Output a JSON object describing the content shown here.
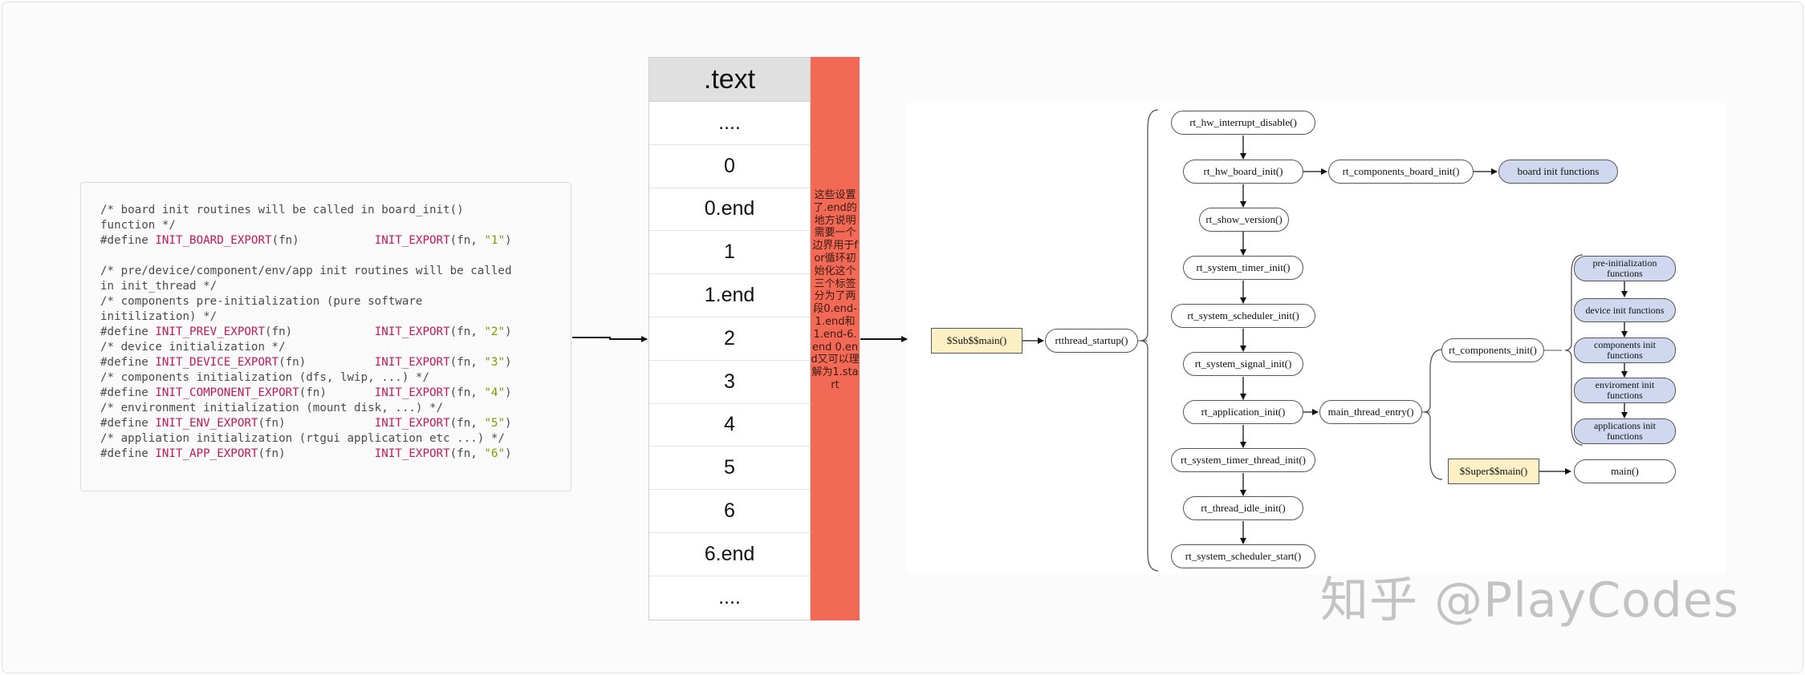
{
  "code": {
    "lines": [
      [
        {
          "t": "/* board init routines will be called in board_init()",
          "c": "cm"
        }
      ],
      [
        {
          "t": "function */",
          "c": "cm"
        }
      ],
      [
        {
          "t": "#define ",
          "c": "cm"
        },
        {
          "t": "INIT_BOARD_EXPORT",
          "c": "mac"
        },
        {
          "t": "(fn)           ",
          "c": "cm"
        },
        {
          "t": "INIT_EXPORT",
          "c": "mac"
        },
        {
          "t": "(fn, ",
          "c": "cm"
        },
        {
          "t": "\"1\"",
          "c": "str"
        },
        {
          "t": ")",
          "c": "cm"
        }
      ],
      [],
      [
        {
          "t": "/* pre/device/component/env/app init routines will be called",
          "c": "cm"
        }
      ],
      [
        {
          "t": "in init_thread */",
          "c": "cm"
        }
      ],
      [
        {
          "t": "/* components pre-initialization (pure software",
          "c": "cm"
        }
      ],
      [
        {
          "t": "initilization) */",
          "c": "cm"
        }
      ],
      [
        {
          "t": "#define ",
          "c": "cm"
        },
        {
          "t": "INIT_PREV_EXPORT",
          "c": "mac"
        },
        {
          "t": "(fn)            ",
          "c": "cm"
        },
        {
          "t": "INIT_EXPORT",
          "c": "mac"
        },
        {
          "t": "(fn, ",
          "c": "cm"
        },
        {
          "t": "\"2\"",
          "c": "str"
        },
        {
          "t": ")",
          "c": "cm"
        }
      ],
      [
        {
          "t": "/* device initialization */",
          "c": "cm"
        }
      ],
      [
        {
          "t": "#define ",
          "c": "cm"
        },
        {
          "t": "INIT_DEVICE_EXPORT",
          "c": "mac"
        },
        {
          "t": "(fn)          ",
          "c": "cm"
        },
        {
          "t": "INIT_EXPORT",
          "c": "mac"
        },
        {
          "t": "(fn, ",
          "c": "cm"
        },
        {
          "t": "\"3\"",
          "c": "str"
        },
        {
          "t": ")",
          "c": "cm"
        }
      ],
      [
        {
          "t": "/* components initialization (dfs, lwip, ...) */",
          "c": "cm"
        }
      ],
      [
        {
          "t": "#define ",
          "c": "cm"
        },
        {
          "t": "INIT_COMPONENT_EXPORT",
          "c": "mac"
        },
        {
          "t": "(fn)       ",
          "c": "cm"
        },
        {
          "t": "INIT_EXPORT",
          "c": "mac"
        },
        {
          "t": "(fn, ",
          "c": "cm"
        },
        {
          "t": "\"4\"",
          "c": "str"
        },
        {
          "t": ")",
          "c": "cm"
        }
      ],
      [
        {
          "t": "/* environment initialization (mount disk, ...) */",
          "c": "cm"
        }
      ],
      [
        {
          "t": "#define ",
          "c": "cm"
        },
        {
          "t": "INIT_ENV_EXPORT",
          "c": "mac"
        },
        {
          "t": "(fn)             ",
          "c": "cm"
        },
        {
          "t": "INIT_EXPORT",
          "c": "mac"
        },
        {
          "t": "(fn, ",
          "c": "cm"
        },
        {
          "t": "\"5\"",
          "c": "str"
        },
        {
          "t": ")",
          "c": "cm"
        }
      ],
      [
        {
          "t": "/* appliation initialization (rtgui application etc ...) */",
          "c": "cm"
        }
      ],
      [
        {
          "t": "#define ",
          "c": "cm"
        },
        {
          "t": "INIT_APP_EXPORT",
          "c": "mac"
        },
        {
          "t": "(fn)             ",
          "c": "cm"
        },
        {
          "t": "INIT_EXPORT",
          "c": "mac"
        },
        {
          "t": "(fn, ",
          "c": "cm"
        },
        {
          "t": "\"6\"",
          "c": "str"
        },
        {
          "t": ")",
          "c": "cm"
        }
      ]
    ]
  },
  "memory": {
    "header": ".text",
    "rows": [
      "....",
      "0",
      "0.end",
      "1",
      "1.end",
      "2",
      "3",
      "4",
      "5",
      "6",
      "6.end",
      "...."
    ],
    "note": "这些设置了.end的地方说明需要一个边界用于for循环初始化这个三个标签分为了两段0.end-1.end和1.end-6.end 0.end又可以理解为1.start",
    "note_color": "#f26a55"
  },
  "graph": {
    "sub_main": "$Sub$$main()",
    "rtthread_startup": "rtthread_startup()",
    "hw_interrupt_disable": "rt_hw_interrupt_disable()",
    "hw_board_init": "rt_hw_board_init()",
    "components_board_init": "rt_components_board_init()",
    "board_init_functions": "board init functions",
    "show_version": "rt_show_version()",
    "system_timer_init": "rt_system_timer_init()",
    "system_scheduler_init": "rt_system_scheduler_init()",
    "system_signal_init": "rt_system_signal_init()",
    "application_init": "rt_application_init()",
    "main_thread_entry": "main_thread_entry()",
    "system_timer_thread_init": "rt_system_timer_thread_init()",
    "thread_idle_init": "rt_thread_idle_init()",
    "system_scheduler_start": "rt_system_scheduler_start()",
    "components_init": "rt_components_init()",
    "pre_init_functions": "pre-initialization functions",
    "device_init_functions": "device init functions",
    "components_init_functions": "components init functions",
    "environment_init_functions": "enviroment init functions",
    "applications_init_functions": "applications init functions",
    "super_main": "$Super$$main()",
    "main": "main()"
  },
  "watermark": "知乎 @PlayCodes"
}
